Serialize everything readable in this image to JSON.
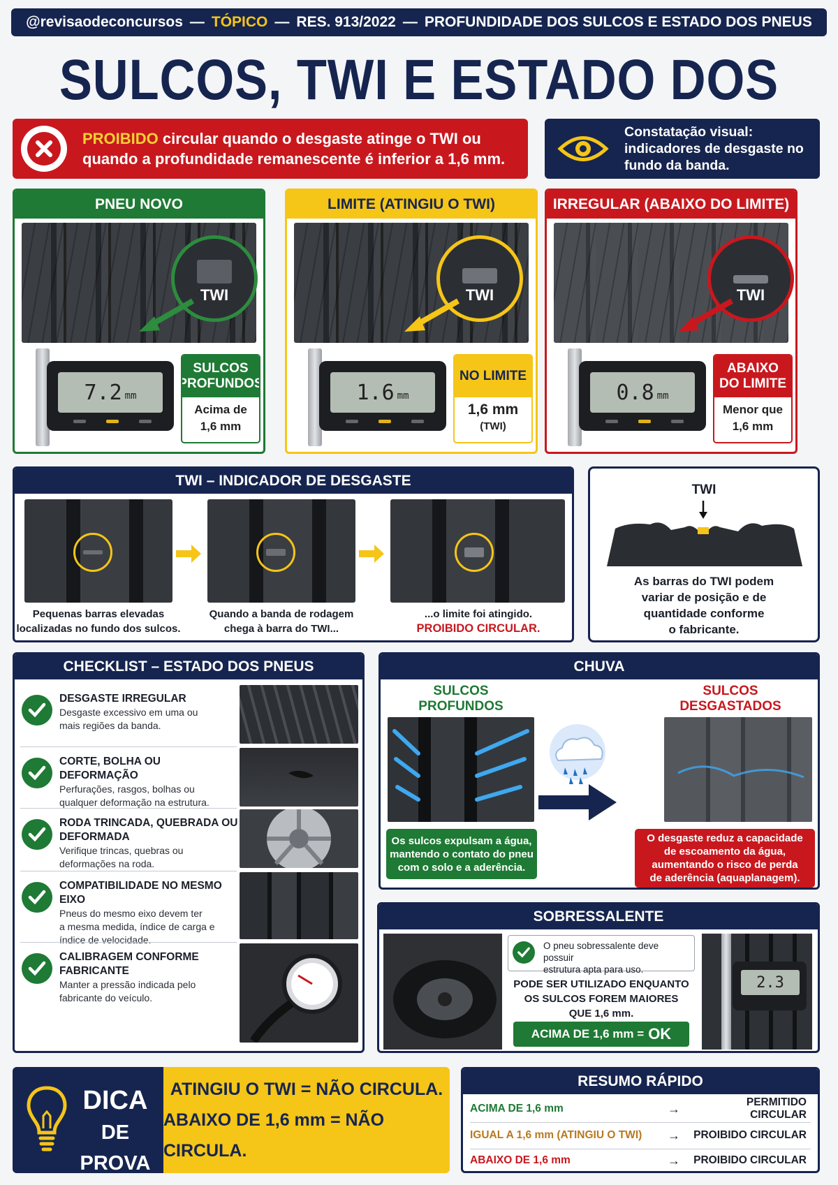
{
  "header": {
    "handle": "@revisaodeconcursos",
    "sep1": "—",
    "topic": "TÓPICO",
    "sep2": "—",
    "res": "RES. 913/2022",
    "sep3": "—",
    "subject": "PROFUNDIDADE DOS SULCOS E ESTADO DOS PNEUS"
  },
  "title": "SULCOS, TWI E ESTADO DOS PNEUS",
  "prohibition": {
    "highlight": "PROIBIDO",
    "line1_rest": " circular quando o desgaste atinge o TWI ou",
    "line2": "quando a profundidade remanescente é inferior a 1,6 mm."
  },
  "visual_check": {
    "line1": "Constatação visual:",
    "line2": "indicadores de desgaste no",
    "line3": "fundo da banda."
  },
  "cards": [
    {
      "title": "PNEU NOVO",
      "twi": "TWI",
      "reading": "7.2",
      "unit": "mm",
      "verdict": "SULCOS PROFUNDOS",
      "desc1": "Acima de",
      "desc2": "1,6 mm",
      "color": "#1e7a34"
    },
    {
      "title": "LIMITE (ATINGIU O TWI)",
      "twi": "TWI",
      "reading": "1.6",
      "unit": "mm",
      "verdict": "NO LIMITE",
      "desc1": "1,6 mm",
      "desc2": "(TWI)",
      "color": "#f5c518"
    },
    {
      "title": "IRREGULAR (ABAIXO DO LIMITE)",
      "twi": "TWI",
      "reading": "0.8",
      "unit": "mm",
      "verdict": "ABAIXO DO LIMITE",
      "desc1": "Menor que",
      "desc2": "1,6 mm",
      "color": "#c8181e"
    }
  ],
  "twi_section": {
    "title": "TWI – INDICADOR DE DESGASTE",
    "steps": [
      {
        "line1": "Pequenas barras elevadas",
        "line2": "localizadas no fundo dos sulcos."
      },
      {
        "line1": "Quando a banda de rodagem",
        "line2": "chega à barra do TWI..."
      },
      {
        "line1": "...o limite foi atingido.",
        "line2": "PROIBIDO CIRCULAR."
      }
    ]
  },
  "twi_diagram": {
    "label": "TWI",
    "text": [
      "As barras do TWI podem",
      "variar de posição e de",
      "quantidade conforme",
      "o fabricante."
    ]
  },
  "checklist": {
    "title": "CHECKLIST – ESTADO DOS PNEUS",
    "items": [
      {
        "title": "DESGASTE IRREGULAR",
        "desc1": "Desgaste excessivo em uma ou",
        "desc2": "mais regiões da banda.",
        "desc3": ""
      },
      {
        "title": "CORTE, BOLHA OU DEFORMAÇÃO",
        "desc1": "Perfurações, rasgos, bolhas ou",
        "desc2": "qualquer deformação na estrutura.",
        "desc3": ""
      },
      {
        "title": "RODA TRINCADA, QUEBRADA OU DEFORMADA",
        "desc1": "Verifique trincas, quebras ou",
        "desc2": "deformações na roda.",
        "desc3": ""
      },
      {
        "title": "COMPATIBILIDADE NO MESMO EIXO",
        "desc1": "Pneus do mesmo eixo devem ter",
        "desc2": "a mesma medida, índice de carga e",
        "desc3": "índice de velocidade."
      },
      {
        "title": "CALIBRAGEM CONFORME FABRICANTE",
        "desc1": "Manter a pressão indicada pelo",
        "desc2": "fabricante do veículo.",
        "desc3": ""
      }
    ]
  },
  "chuva": {
    "title": "CHUVA",
    "left_label1": "SULCOS",
    "left_label2": "PROFUNDOS",
    "right_label1": "SULCOS",
    "right_label2": "DESGASTADOS",
    "left_caption": [
      "Os sulcos expulsam a água,",
      "mantendo o contato do pneu",
      "com o solo e a aderência."
    ],
    "right_caption": [
      "O desgaste reduz a capacidade",
      "de escoamento da água,",
      "aumentando o risco de perda",
      "de aderência (aquaplanagem)."
    ]
  },
  "sobressalente": {
    "title": "SOBRESSALENTE",
    "note1": "O pneu sobressalente deve possuir",
    "note2": "estrutura apta para uso.",
    "text": [
      "PODE SER UTILIZADO ENQUANTO",
      "OS SULCOS FOREM MAIORES",
      "QUE 1,6 mm."
    ],
    "ok_label": "ACIMA DE 1,6 mm =",
    "ok_word": "OK",
    "reading": "2.3"
  },
  "dica": {
    "word1": "DICA",
    "word2": "DE PROVA",
    "line1": "ATINGIU O TWI = NÃO CIRCULA.",
    "line2": "ABAIXO DE 1,6 mm = NÃO CIRCULA."
  },
  "resumo": {
    "title": "RESUMO RÁPIDO",
    "rows": [
      {
        "cond": "ACIMA DE 1,6 mm",
        "arrow": "→",
        "result": "PERMITIDO CIRCULAR",
        "color": "#1e7a34"
      },
      {
        "cond": "IGUAL A 1,6 mm (ATINGIU O TWI)",
        "arrow": "→",
        "result": "PROIBIDO CIRCULAR",
        "color": "#b7791f"
      },
      {
        "cond": "ABAIXO DE 1,6 mm",
        "arrow": "→",
        "result": "PROIBIDO CIRCULAR",
        "color": "#c8181e"
      }
    ]
  },
  "colors": {
    "navy": "#16254f",
    "red": "#c8181e",
    "green": "#1e7a34",
    "yellow": "#f5c518"
  }
}
